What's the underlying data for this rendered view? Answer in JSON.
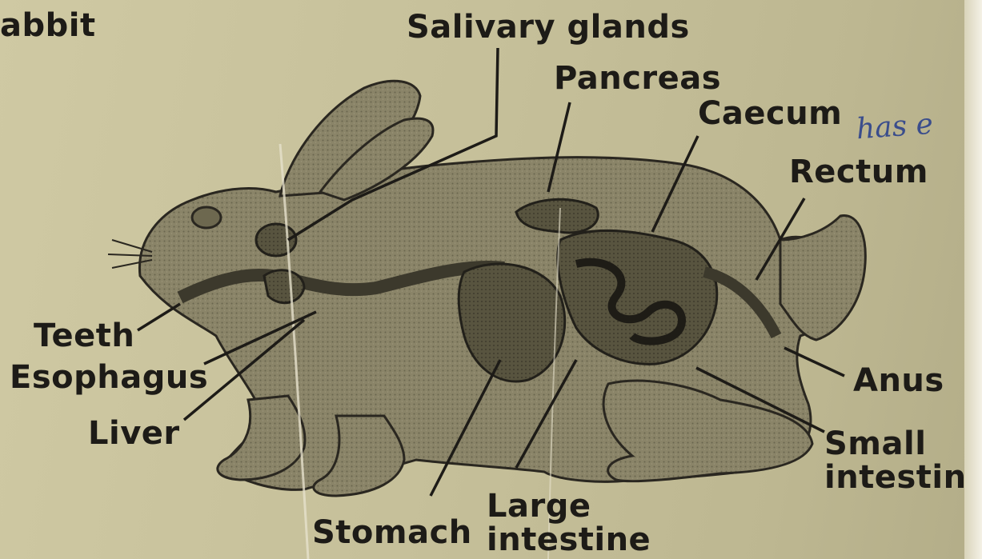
{
  "title": "abbit",
  "labels": {
    "salivary_glands": "Salivary glands",
    "pancreas": "Pancreas",
    "caecum": "Caecum",
    "rectum": "Rectum",
    "teeth": "Teeth",
    "esophagus": "Esophagus",
    "liver": "Liver",
    "anus": "Anus",
    "small_intestine": "Small intestine",
    "stomach": "Stomach",
    "large_intestine": "Large intestine"
  },
  "handwriting": "has e",
  "colors": {
    "paper": "#c9c39c",
    "ink": "#1d1b17",
    "body": "#8a8468",
    "organ": "#4e4a3a",
    "pen": "#3a4d8c"
  }
}
